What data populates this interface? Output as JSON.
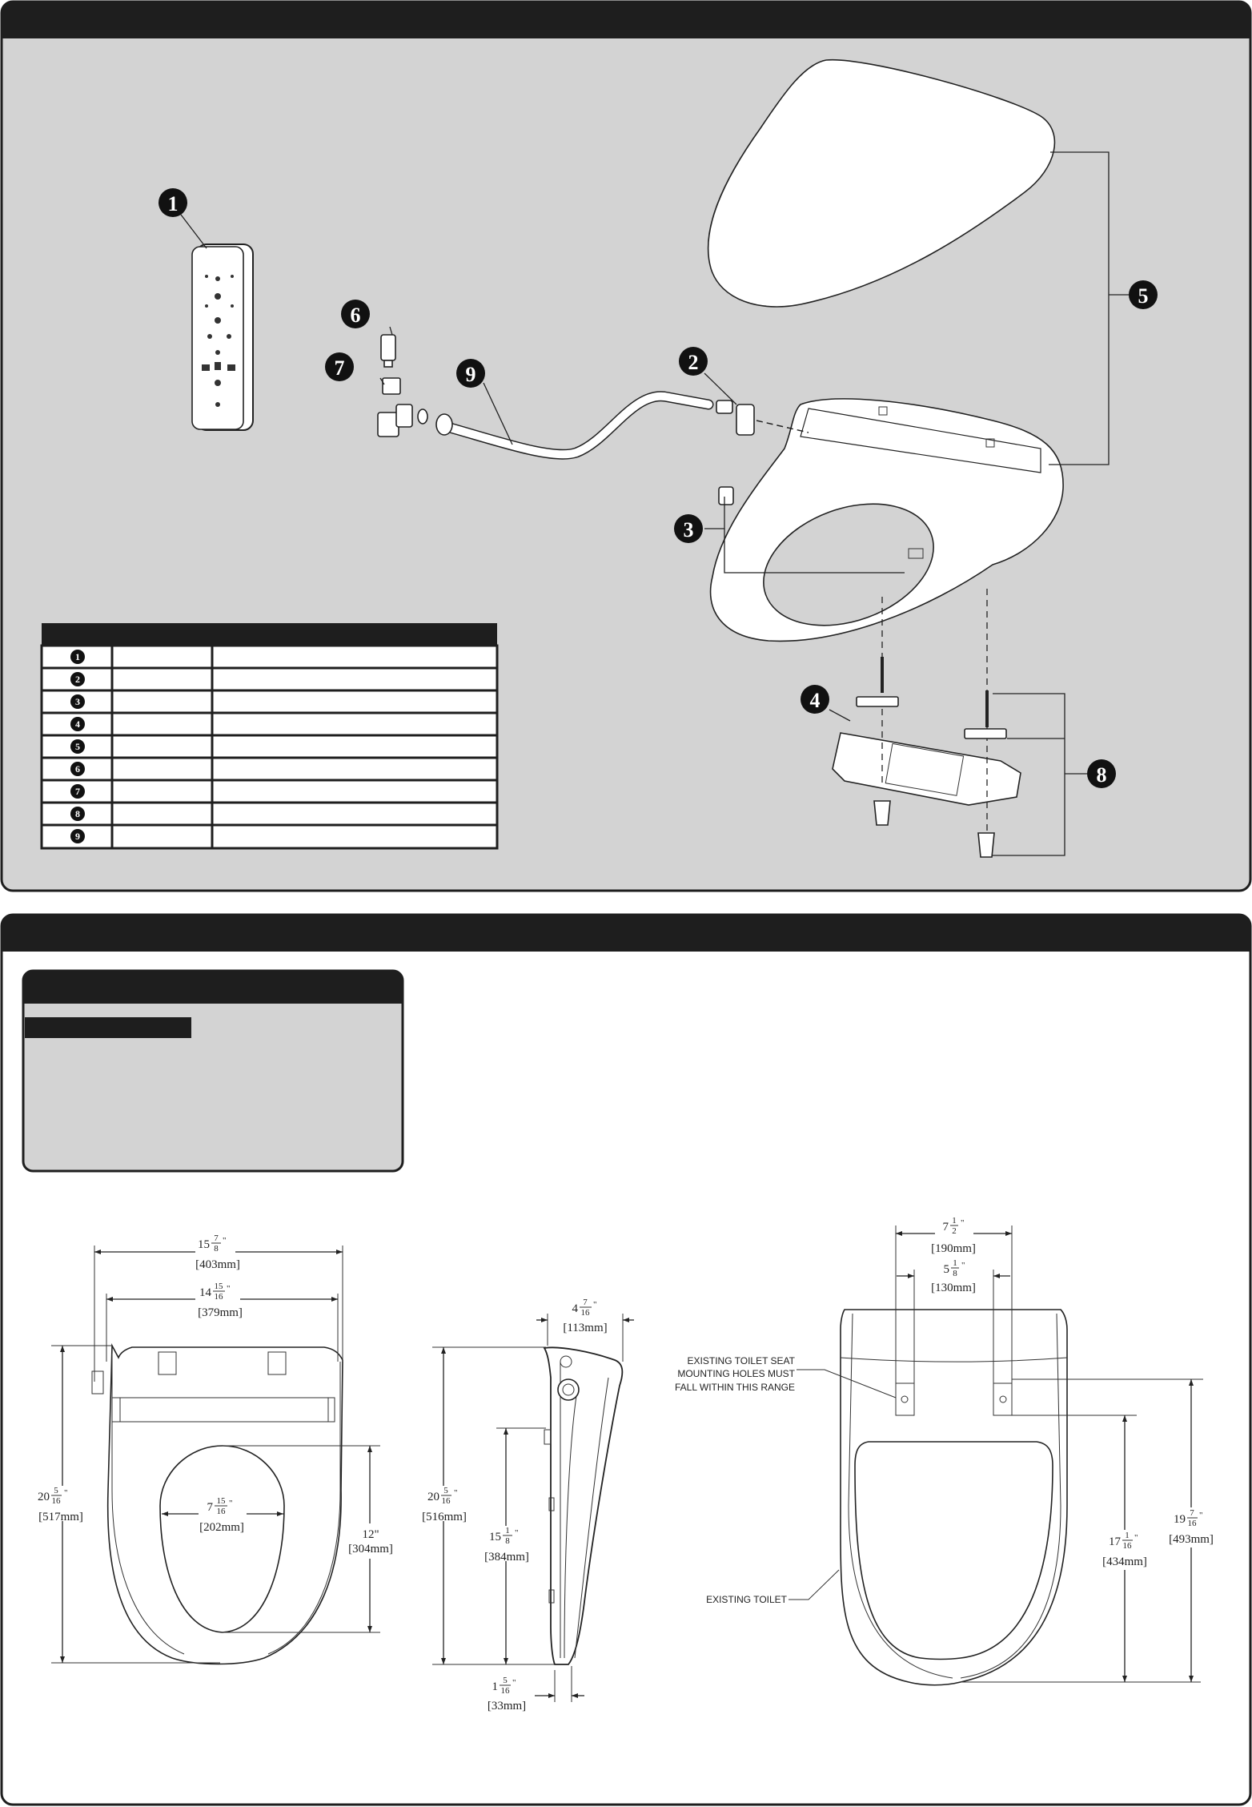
{
  "parts_diagram": {
    "callouts": [
      "1",
      "2",
      "3",
      "4",
      "5",
      "6",
      "7",
      "8",
      "9"
    ],
    "table_rows": [
      "1",
      "2",
      "3",
      "4",
      "5",
      "6",
      "7",
      "8",
      "9"
    ]
  },
  "dimensions": {
    "front_width_outer": {
      "whole": "15",
      "num": "7",
      "den": "8",
      "unit": "\"",
      "metric": "[403mm]"
    },
    "front_width_inner": {
      "whole": "14",
      "num": "15",
      "den": "16",
      "unit": "\"",
      "metric": "[379mm]"
    },
    "front_length": {
      "whole": "20",
      "num": "5",
      "den": "16",
      "unit": "\"",
      "metric": "[517mm]"
    },
    "opening_width": {
      "whole": "7",
      "num": "15",
      "den": "16",
      "unit": "\"",
      "metric": "[202mm]"
    },
    "opening_length": {
      "text": "12\"",
      "metric": "[304mm]"
    },
    "side_depth": {
      "whole": "4",
      "num": "7",
      "den": "16",
      "unit": "\"",
      "metric": "[113mm]"
    },
    "side_length": {
      "whole": "20",
      "num": "5",
      "den": "16",
      "unit": "\"",
      "metric": "[516mm]"
    },
    "side_mid": {
      "whole": "15",
      "num": "1",
      "den": "8",
      "unit": "\"",
      "metric": "[384mm]"
    },
    "side_bottom": {
      "whole": "1",
      "num": "5",
      "den": "16",
      "unit": "\"",
      "metric": "[33mm]"
    },
    "toilet_hole_outer": {
      "whole": "7",
      "num": "1",
      "den": "2",
      "unit": "\"",
      "metric": "[190mm]"
    },
    "toilet_hole_inner": {
      "whole": "5",
      "num": "1",
      "den": "8",
      "unit": "\"",
      "metric": "[130mm]"
    },
    "toilet_length_min": {
      "whole": "17",
      "num": "1",
      "den": "16",
      "unit": "\"",
      "metric": "[434mm]"
    },
    "toilet_length_max": {
      "whole": "19",
      "num": "7",
      "den": "16",
      "unit": "\"",
      "metric": "[493mm]"
    }
  },
  "annotations": {
    "mounting_line1": "EXISTING TOILET SEAT",
    "mounting_line2": "MOUNTING HOLES MUST",
    "mounting_line3": "FALL WITHIN THIS RANGE",
    "existing_toilet": "EXISTING TOILET"
  },
  "colors": {
    "panel_bg": "#d3d3d3",
    "header_bar": "#1e1e1e",
    "line": "#222222"
  }
}
